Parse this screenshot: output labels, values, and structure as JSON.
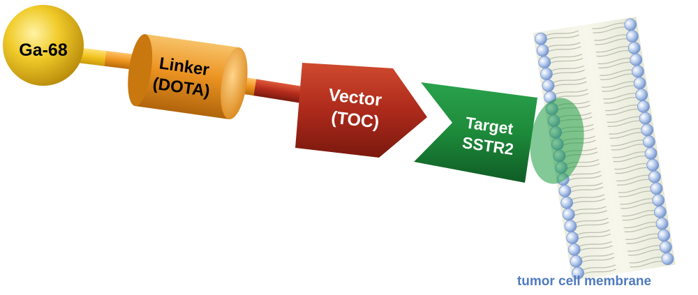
{
  "nodes": {
    "isotope": {
      "label": "Ga-68"
    },
    "linker": {
      "line1": "Linker",
      "line2": "(DOTA)"
    },
    "vector": {
      "line1": "Vector",
      "line2": "(TOC)"
    },
    "target": {
      "line1": "Target",
      "line2": "SSTR2"
    }
  },
  "membrane": {
    "caption": "tumor cell membrane"
  },
  "colors": {
    "isotope": "#e8c21a",
    "linker": "#e8921e",
    "vector": "#b3281c",
    "target": "#1f8a3c",
    "membrane_heads": "#9bb8e6",
    "caption": "#4f7bc1",
    "text": "#000000",
    "text_light": "#ffffff"
  }
}
